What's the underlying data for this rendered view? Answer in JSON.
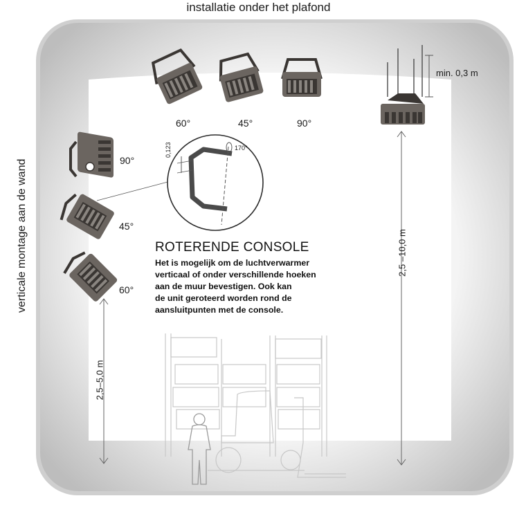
{
  "labels": {
    "ceiling_title": "installatie onder het plafond",
    "wall_title": "verticale montage  aan de  wand",
    "min_distance": "min. 0,3 m",
    "height_ceiling": "2,5 –10,0 m",
    "height_wall": "2,5–5,0 m"
  },
  "ceiling_angles": [
    "60°",
    "45°",
    "90°"
  ],
  "wall_angles": [
    "90°",
    "45°",
    "60°"
  ],
  "console_detail": {
    "offset": "0,123",
    "rotation": "170°"
  },
  "info": {
    "title": "ROTERENDE CONSOLE",
    "lines": [
      "Het is mogelijk om de luchtverwarmer",
      "verticaal of onder verschillende hoeken",
      "aan de muur bevestigen. Ook kan",
      "de unit geroteerd worden rond de",
      "aansluitpunten met de console."
    ]
  },
  "colors": {
    "frame": "#d2d2d2",
    "frame_edge": "#b4b4b4",
    "heater_body": "#6b6560",
    "heater_dark": "#3a3633",
    "sketch_lines": "#c7c7c7"
  },
  "icons": [
    "heater-unit-icon",
    "console-bracket-icon",
    "forklift-icon",
    "person-icon",
    "shelving-icon"
  ]
}
